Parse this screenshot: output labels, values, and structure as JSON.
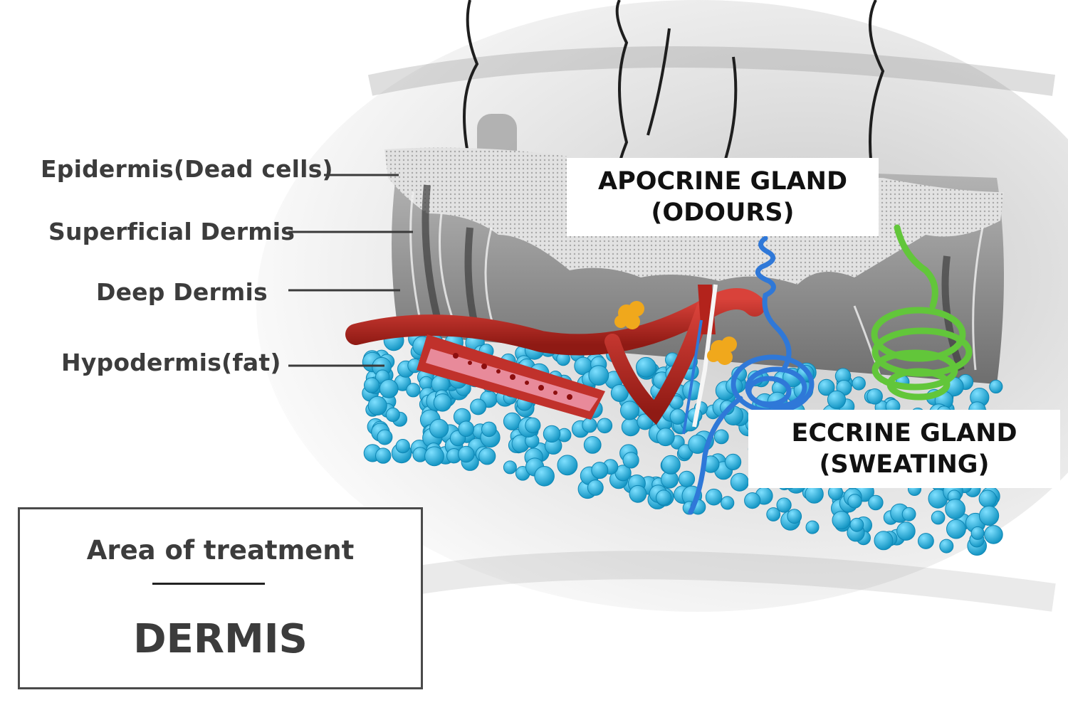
{
  "layers": {
    "epidermis": "Epidermis(Dead cells)",
    "superficial_dermis": "Superficial Dermis",
    "deep_dermis": "Deep Dermis",
    "hypodermis": "Hypodermis(fat)"
  },
  "apocrine": {
    "line1": "APOCRINE GLAND",
    "line2": "(ODOURS)"
  },
  "eccrine": {
    "line1": "ECCRINE GLAND",
    "line2": "(SWEATING)"
  },
  "treatment": {
    "heading": "Area of treatment",
    "value": "DERMIS"
  },
  "colors": {
    "vessel_red": "#b3231c",
    "fat_cyan": "#2fb6df",
    "eccrine_green": "#62c63a",
    "apocrine_blue": "#2f78d8",
    "sebaceous_gold": "#f0a81c",
    "label_text": "#3c3c3c"
  },
  "icons": [
    "hair-icon",
    "blood-vessel-icon",
    "fat-cell-icon",
    "apocrine-gland-icon",
    "eccrine-gland-icon",
    "sebaceous-gland-icon"
  ]
}
